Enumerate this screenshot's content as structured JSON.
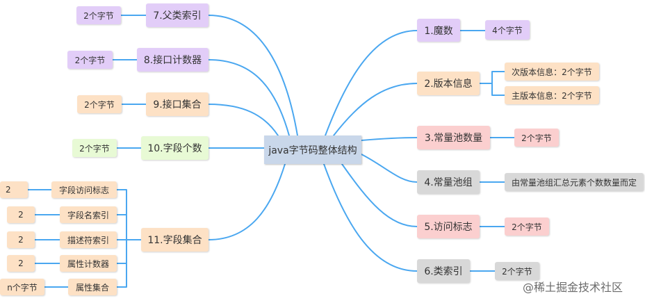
{
  "center": {
    "label": "java字节码整体结构"
  },
  "right": [
    {
      "label": "1.魔数",
      "children": [
        "4个字节"
      ]
    },
    {
      "label": "2.版本信息",
      "children": [
        "次版本信息：2个字节",
        "主版本信息：2个字节"
      ]
    },
    {
      "label": "3.常量池数量",
      "children": [
        "2个字节"
      ]
    },
    {
      "label": "4.常量池组",
      "children": [
        "由常量池组汇总元素个数数量而定"
      ]
    },
    {
      "label": "5.访问标志",
      "children": [
        "2个字节"
      ]
    },
    {
      "label": "6.类索引",
      "children": [
        "2个字节"
      ]
    }
  ],
  "left": [
    {
      "label": "7.父类索引",
      "children": [
        "2个字节"
      ]
    },
    {
      "label": "8.接口计数器",
      "children": [
        "2个字节"
      ]
    },
    {
      "label": "9.接口集合",
      "children": [
        "2个字节"
      ]
    },
    {
      "label": "10.字段个数",
      "children": [
        "2个字节"
      ]
    },
    {
      "label": "11.字段集合",
      "children": [
        {
          "label": "字段访问标志",
          "value": "2"
        },
        {
          "label": "字段名索引",
          "value": "2"
        },
        {
          "label": "描述符索引",
          "value": "2"
        },
        {
          "label": "属性计数器",
          "value": "2"
        },
        {
          "label": "属性集合",
          "value": "n个字节"
        }
      ]
    }
  ],
  "watermark": "@稀土掘金技术社区",
  "colors": {
    "line": "#4aa7f0",
    "purple": "#e2cdf8",
    "peach": "#fde1c5",
    "red": "#fbcfcf",
    "gray": "#d8d8d8",
    "green": "#e8fad5",
    "center": "#c9d7ea"
  }
}
